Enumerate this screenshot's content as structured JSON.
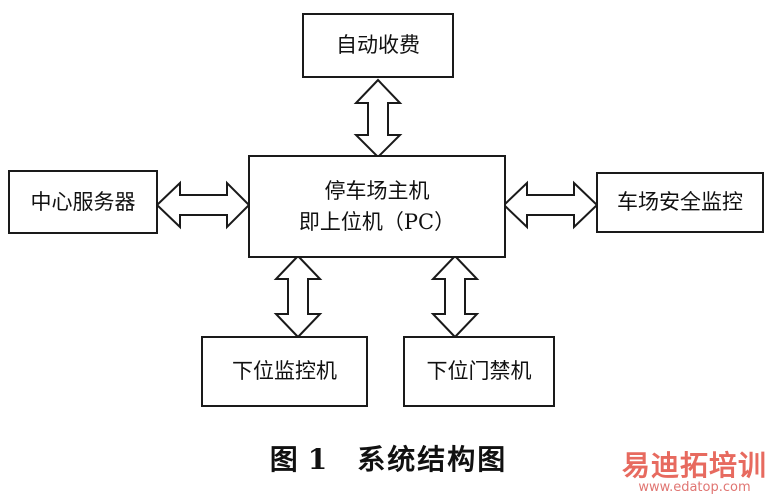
{
  "diagram": {
    "nodes": {
      "auto_fee": "自动收费",
      "center_server": "中心服务器",
      "main_host_line1": "停车场主机",
      "main_host_line2": "即上位机（PC）",
      "safety_monitor": "车场安全监控",
      "lower_monitor": "下位监控机",
      "lower_access": "下位门禁机"
    },
    "edges": [
      {
        "from": "main_host",
        "to": "auto_fee",
        "type": "bidirectional"
      },
      {
        "from": "main_host",
        "to": "center_server",
        "type": "bidirectional"
      },
      {
        "from": "main_host",
        "to": "safety_monitor",
        "type": "bidirectional"
      },
      {
        "from": "main_host",
        "to": "lower_monitor",
        "type": "bidirectional"
      },
      {
        "from": "main_host",
        "to": "lower_access",
        "type": "bidirectional"
      }
    ]
  },
  "caption": {
    "label": "图",
    "number": "1",
    "title": "系统结构图"
  },
  "watermark": {
    "text": "易迪拓培训",
    "url": "www.edatop.com"
  }
}
